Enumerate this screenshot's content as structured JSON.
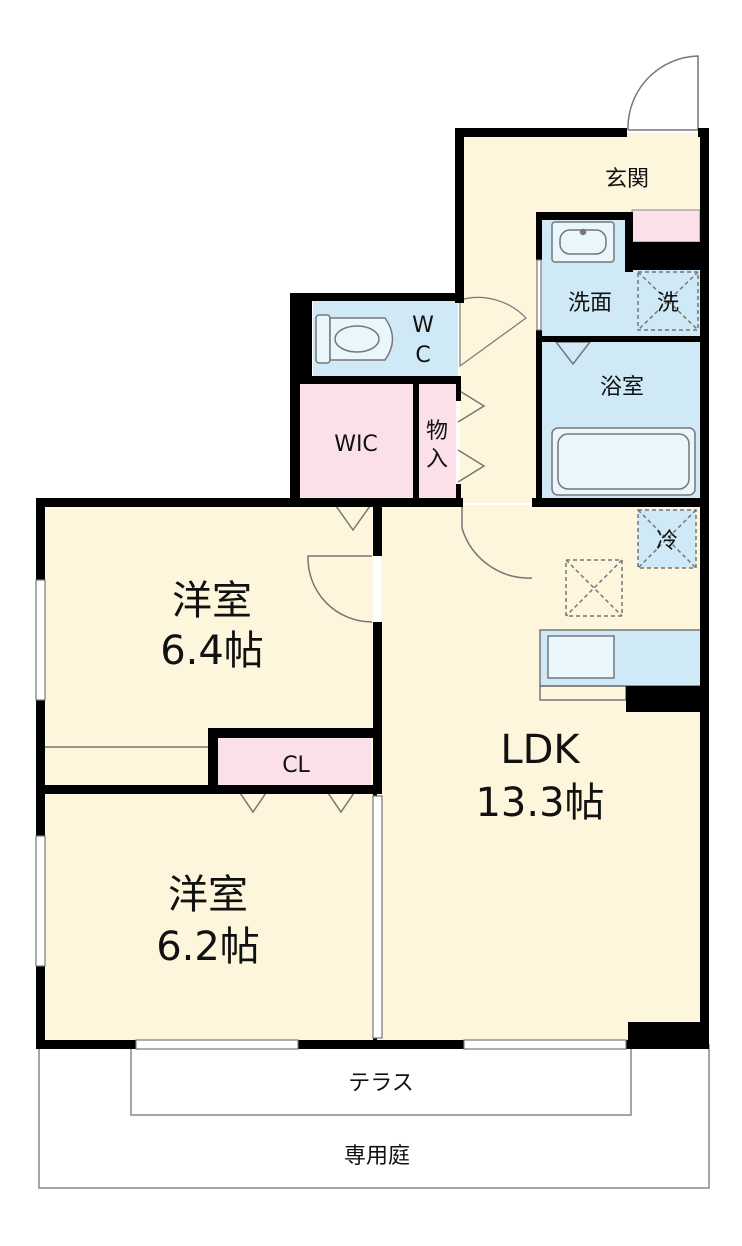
{
  "rooms": {
    "genkan": "玄関",
    "senmen": "洗面",
    "sentaku": "洗",
    "yokushitsu": "浴室",
    "wc_line1": "W",
    "wc_line2": "C",
    "wic": "WIC",
    "monoire_line1": "物",
    "monoire_line2": "入",
    "reizouko": "冷",
    "youshitsu1_name": "洋室",
    "youshitsu1_size": "6.4帖",
    "cl": "CL",
    "ldk_name": "LDK",
    "ldk_size": "13.3帖",
    "youshitsu2_name": "洋室",
    "youshitsu2_size": "6.2帖",
    "terrace": "テラス",
    "garden": "専用庭"
  },
  "colors": {
    "wall": "#000000",
    "beige": "#fdf5dc",
    "blue": "#cfe9f6",
    "pink": "#fbe0ea",
    "line": "#777777"
  }
}
